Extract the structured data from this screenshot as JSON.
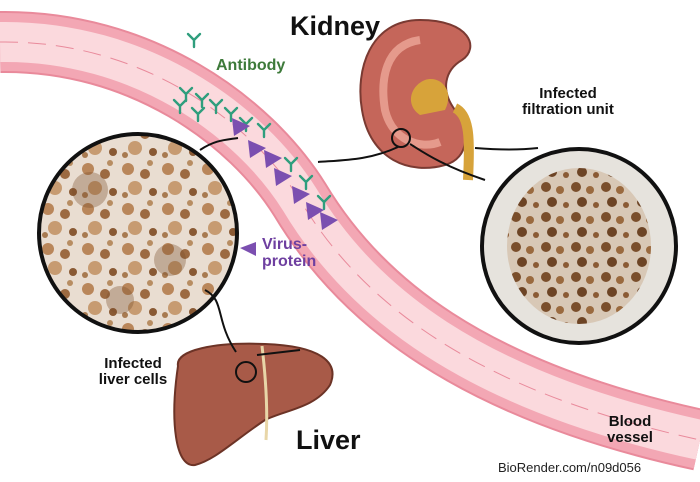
{
  "labels": {
    "kidney": "Kidney",
    "antibody": "Antibody",
    "infected_filtration": [
      "Infected",
      "filtration unit"
    ],
    "virus_protein": [
      "Virus-",
      "protein"
    ],
    "infected_liver": [
      "Infected",
      "liver cells"
    ],
    "liver": "Liver",
    "blood_vessel": [
      "Blood",
      "vessel"
    ],
    "credit": "BioRender.com/n09d056"
  },
  "icons": [
    "antibody-icon",
    "virus-protein-icon",
    "kidney-icon",
    "liver-icon"
  ],
  "colors": {
    "vessel_wall": "#f3a7b4",
    "vessel_lumen": "#fbd9dd",
    "kidney": "#c5665a",
    "liver": "#a85a48",
    "antibody": "#2f9e7d",
    "virus": "#7b4fb0",
    "stain": "#8a5a34"
  }
}
